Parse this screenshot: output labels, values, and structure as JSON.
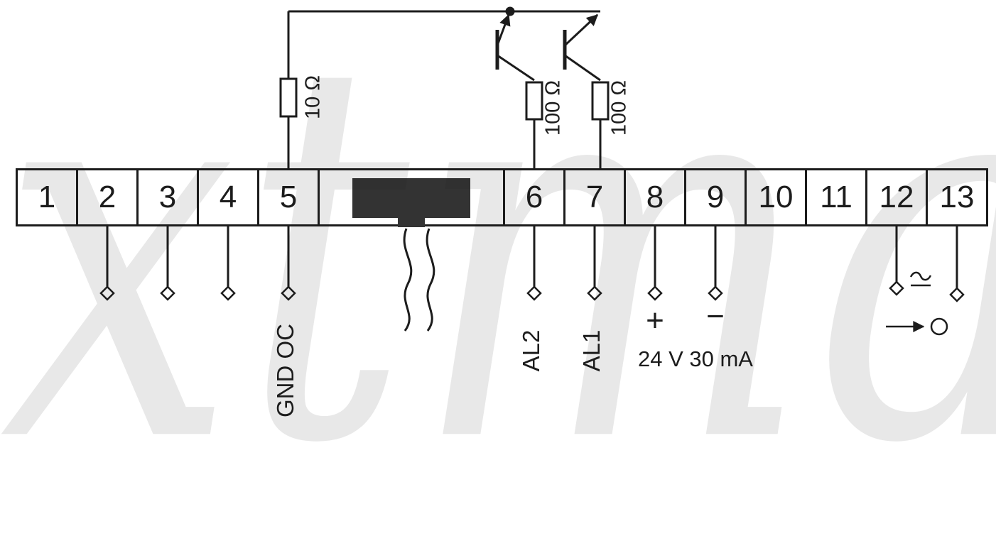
{
  "diagram": {
    "watermark": "xtma",
    "terminals": [
      "1",
      "2",
      "3",
      "4",
      "5",
      "6",
      "7",
      "8",
      "9",
      "10",
      "11",
      "12",
      "13"
    ],
    "components": {
      "resistor_input": "10 Ω",
      "resistor_al2": "100 Ω",
      "resistor_al1": "100 Ω"
    },
    "labels": {
      "gnd_oc": "GND OC",
      "al2": "AL2",
      "al1": "AL1",
      "plus": "+",
      "minus": "−",
      "supply": "24 V 30 mA"
    }
  }
}
